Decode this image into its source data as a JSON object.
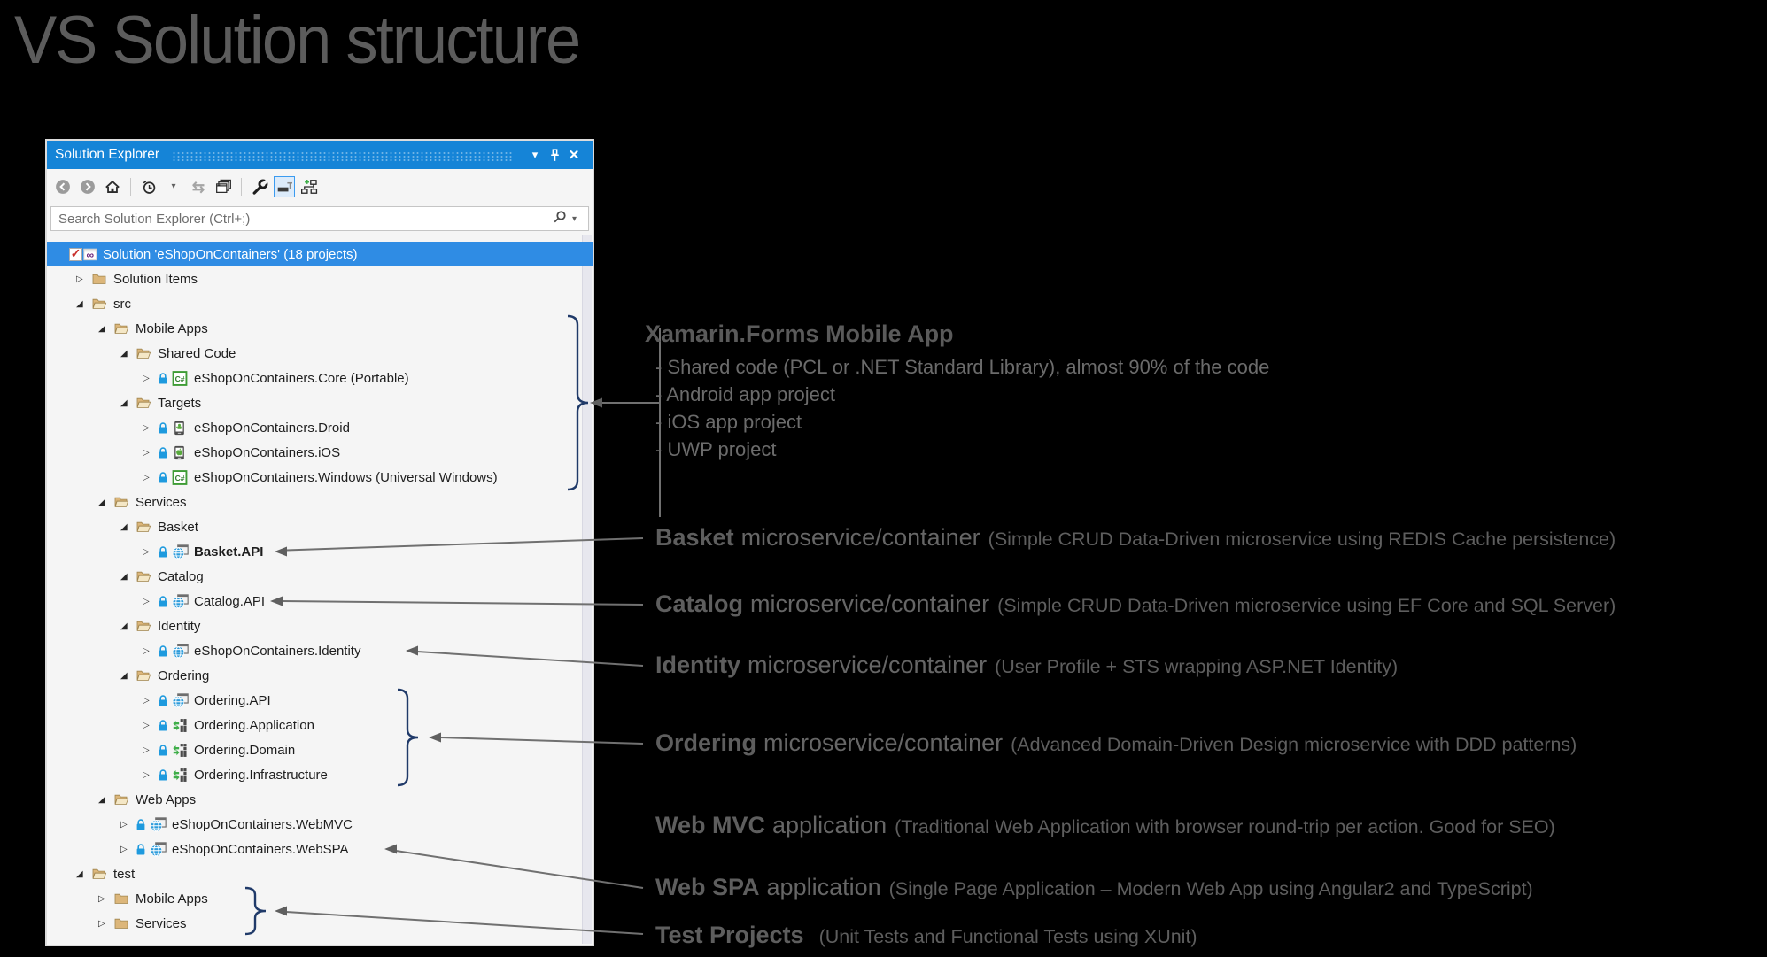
{
  "page_title": "VS Solution structure",
  "colors": {
    "titlebar_blue": "#1584d7",
    "selection_blue": "#2f8ce4",
    "folder_tan": "#dcb67a",
    "lock_blue": "#1e9ade",
    "brace_navy": "#203a69",
    "connector_gray": "#707070",
    "annotation_gray": "#5e5e5e",
    "green_accent": "#3fae49",
    "vs_purple": "#68217a"
  },
  "panel": {
    "title": "Solution Explorer",
    "titlebar_controls": [
      "window-position-caret",
      "pin",
      "close"
    ],
    "toolbar": [
      {
        "icon": "navigate-back"
      },
      {
        "icon": "navigate-forward"
      },
      {
        "icon": "home"
      },
      {
        "icon": "separator"
      },
      {
        "icon": "history-clock"
      },
      {
        "icon": "dropdown-caret"
      },
      {
        "icon": "refresh"
      },
      {
        "icon": "preview-window"
      },
      {
        "icon": "separator"
      },
      {
        "icon": "properties-wrench"
      },
      {
        "icon": "collapse-all",
        "active": true
      },
      {
        "icon": "class-diagram"
      }
    ],
    "search": {
      "placeholder": "Search Solution Explorer (Ctrl+;)"
    },
    "tree": [
      {
        "level": 0,
        "expander": null,
        "icon": "solution",
        "checkbox": true,
        "selected": true,
        "label": "Solution 'eShopOnContainers' (18 projects)"
      },
      {
        "level": 1,
        "expander": "closed",
        "icon": "folder-closed",
        "label": "Solution Items"
      },
      {
        "level": 1,
        "expander": "open",
        "icon": "folder-open",
        "label": "src"
      },
      {
        "level": 2,
        "expander": "open",
        "icon": "folder-open",
        "label": "Mobile Apps"
      },
      {
        "level": 3,
        "expander": "open",
        "icon": "folder-open",
        "label": "Shared Code"
      },
      {
        "level": 4,
        "expander": "closed",
        "icon": "csharp",
        "lock": true,
        "label": "eShopOnContainers.Core (Portable)"
      },
      {
        "level": 3,
        "expander": "open",
        "icon": "folder-open",
        "label": "Targets"
      },
      {
        "level": 4,
        "expander": "closed",
        "icon": "droid",
        "lock": true,
        "label": "eShopOnContainers.Droid"
      },
      {
        "level": 4,
        "expander": "closed",
        "icon": "ios",
        "lock": true,
        "label": "eShopOnContainers.iOS"
      },
      {
        "level": 4,
        "expander": "closed",
        "icon": "csharp",
        "lock": true,
        "label": "eShopOnContainers.Windows (Universal Windows)"
      },
      {
        "level": 2,
        "expander": "open",
        "icon": "folder-open",
        "label": "Services"
      },
      {
        "level": 3,
        "expander": "open",
        "icon": "folder-open",
        "label": "Basket"
      },
      {
        "level": 4,
        "expander": "closed",
        "icon": "web",
        "lock": true,
        "bold": true,
        "label": "Basket.API"
      },
      {
        "level": 3,
        "expander": "open",
        "icon": "folder-open",
        "label": "Catalog"
      },
      {
        "level": 4,
        "expander": "closed",
        "icon": "web",
        "lock": true,
        "label": "Catalog.API"
      },
      {
        "level": 3,
        "expander": "open",
        "icon": "folder-open",
        "label": "Identity"
      },
      {
        "level": 4,
        "expander": "closed",
        "icon": "web",
        "lock": true,
        "label": "eShopOnContainers.Identity"
      },
      {
        "level": 3,
        "expander": "open",
        "icon": "folder-open",
        "label": "Ordering"
      },
      {
        "level": 4,
        "expander": "closed",
        "icon": "web",
        "lock": true,
        "label": "Ordering.API"
      },
      {
        "level": 4,
        "expander": "closed",
        "icon": "library",
        "lock": true,
        "label": "Ordering.Application"
      },
      {
        "level": 4,
        "expander": "closed",
        "icon": "library",
        "lock": true,
        "label": "Ordering.Domain"
      },
      {
        "level": 4,
        "expander": "closed",
        "icon": "library",
        "lock": true,
        "label": "Ordering.Infrastructure"
      },
      {
        "level": 2,
        "expander": "open",
        "icon": "folder-open",
        "label": "Web Apps"
      },
      {
        "level": 3,
        "expander": "closed",
        "icon": "web",
        "lock": true,
        "label": "eShopOnContainers.WebMVC"
      },
      {
        "level": 3,
        "expander": "closed",
        "icon": "web",
        "lock": true,
        "label": "eShopOnContainers.WebSPA"
      },
      {
        "level": 1,
        "expander": "open",
        "icon": "folder-open",
        "label": "test"
      },
      {
        "level": 2,
        "expander": "closed",
        "icon": "folder-closed",
        "label": "Mobile Apps"
      },
      {
        "level": 2,
        "expander": "closed",
        "icon": "folder-closed",
        "label": "Services"
      }
    ]
  },
  "annotations": [
    {
      "key": "xamarin",
      "heading": "Xamarin.Forms Mobile App",
      "bullets": [
        "- Shared code (PCL or .NET Standard Library), almost 90% of the code",
        "- Android app project",
        "- iOS app project",
        "- UWP project"
      ]
    },
    {
      "key": "basket",
      "strong": "Basket",
      "normal": "microservice/container",
      "paren": "(Simple CRUD Data-Driven microservice using REDIS Cache persistence)"
    },
    {
      "key": "catalog",
      "strong": "Catalog",
      "normal": "microservice/container",
      "paren": "(Simple CRUD Data-Driven microservice using EF Core and SQL Server)"
    },
    {
      "key": "identity",
      "strong": "Identity",
      "normal": "microservice/container",
      "paren": "(User Profile + STS wrapping ASP.NET Identity)"
    },
    {
      "key": "ordering",
      "strong": "Ordering",
      "normal": "microservice/container",
      "paren": "(Advanced Domain-Driven Design microservice with DDD patterns)"
    },
    {
      "key": "webmvc",
      "strong": "Web MVC",
      "normal": "application",
      "paren": "(Traditional Web Application with browser round-trip per action. Good for SEO)"
    },
    {
      "key": "webspa",
      "strong": "Web SPA",
      "normal": "application",
      "paren": "(Single Page Application – Modern Web App using Angular2 and TypeScript)"
    },
    {
      "key": "test",
      "strong": "Test Projects",
      "normal": "",
      "paren": "(Unit Tests and Functional Tests using XUnit)"
    }
  ]
}
